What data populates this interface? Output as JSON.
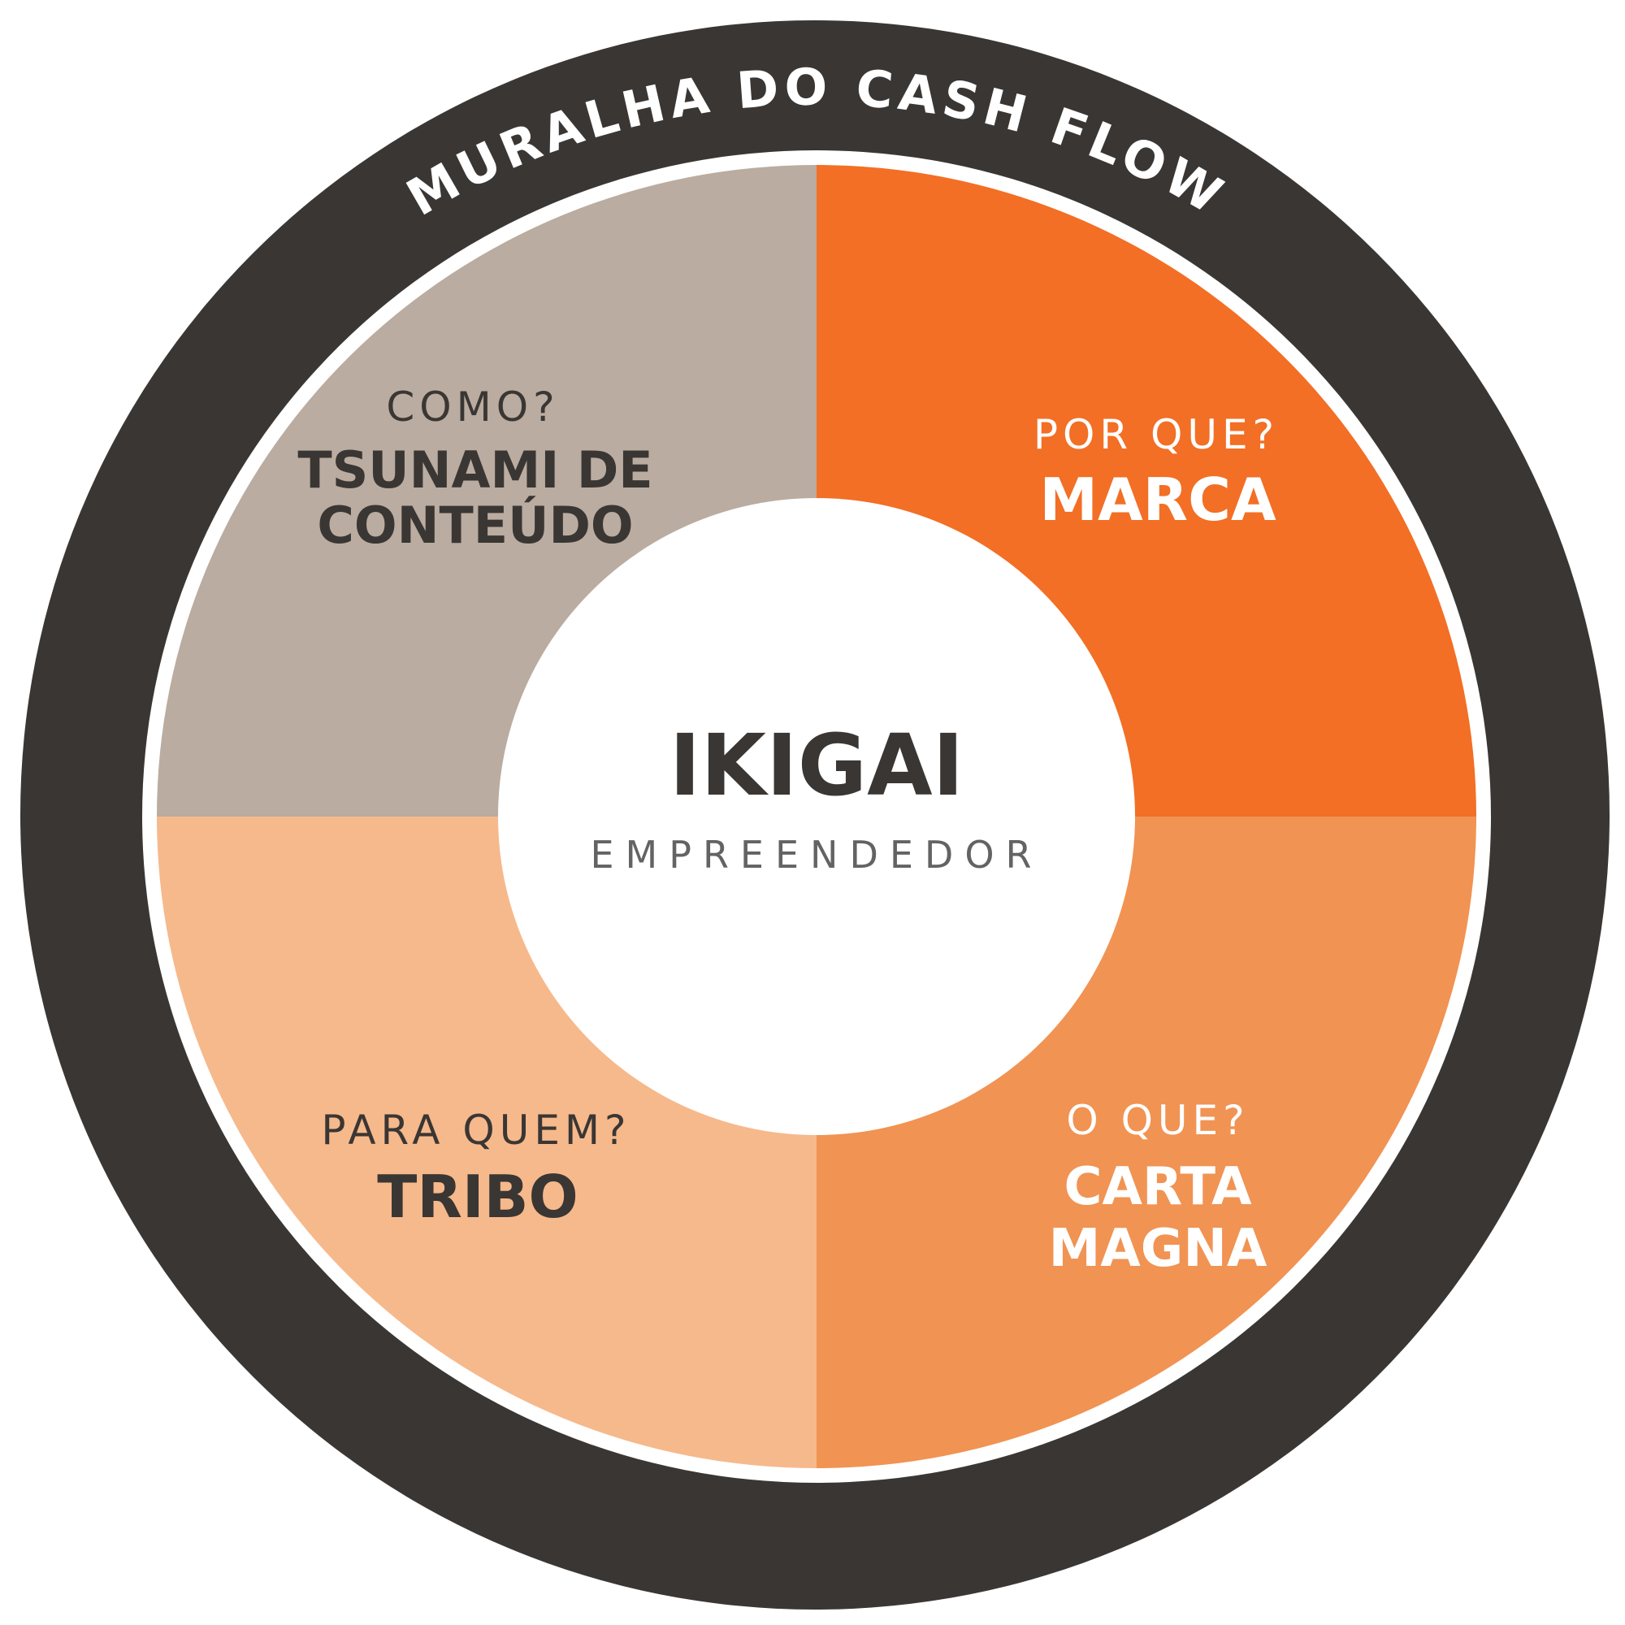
{
  "colors": {
    "ring": "#3a3633",
    "separator": "#ffffff",
    "top_left": "#baaca0",
    "top_right": "#f26f25",
    "bottom_right": "#f19353",
    "bottom_left": "#f6b98c",
    "center": "#ffffff",
    "dark_text": "#3a3633",
    "light_text": "#ffffff",
    "subtitle_text": "#636363"
  },
  "ring": {
    "text": "MURALHA DO CASH FLOW"
  },
  "center": {
    "title": "IKIGAI",
    "subtitle": "EMPREENDEDOR"
  },
  "quadrants": {
    "top_left": {
      "question": "COMO?",
      "title_line1": "TSUNAMI DE",
      "title_line2": "CONTEÚDO"
    },
    "top_right": {
      "question": "POR QUE?",
      "title_line1": "MARCA"
    },
    "bottom_right": {
      "question": "O QUE?",
      "title_line1": "CARTA",
      "title_line2": "MAGNA"
    },
    "bottom_left": {
      "question": "PARA QUEM?",
      "title_line1": "TRIBO"
    }
  }
}
